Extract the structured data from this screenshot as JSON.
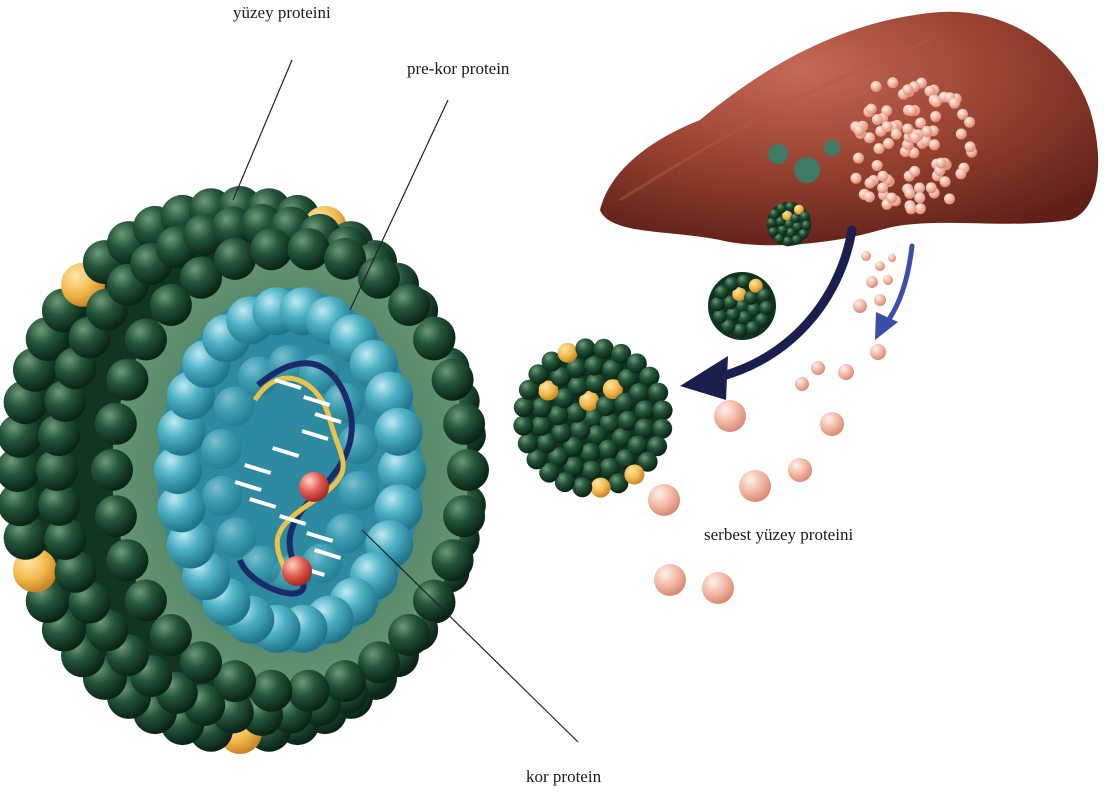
{
  "labels": {
    "surface_protein": "yüzey proteini",
    "precore_protein": "pre-kor protein",
    "core_protein": "kor protein",
    "free_surface_protein": "serbest yüzey proteini"
  },
  "colors": {
    "shell_green": "#1e4a2c",
    "core_blue": "#3aa3b8",
    "liver_brown": "#8e3b2c",
    "surface_yellow": "#f2b84a",
    "free_protein_pink": "#f2b7a4",
    "arrow_navy": "#1a1f4e",
    "arrow_blue": "#3b4fa8"
  }
}
